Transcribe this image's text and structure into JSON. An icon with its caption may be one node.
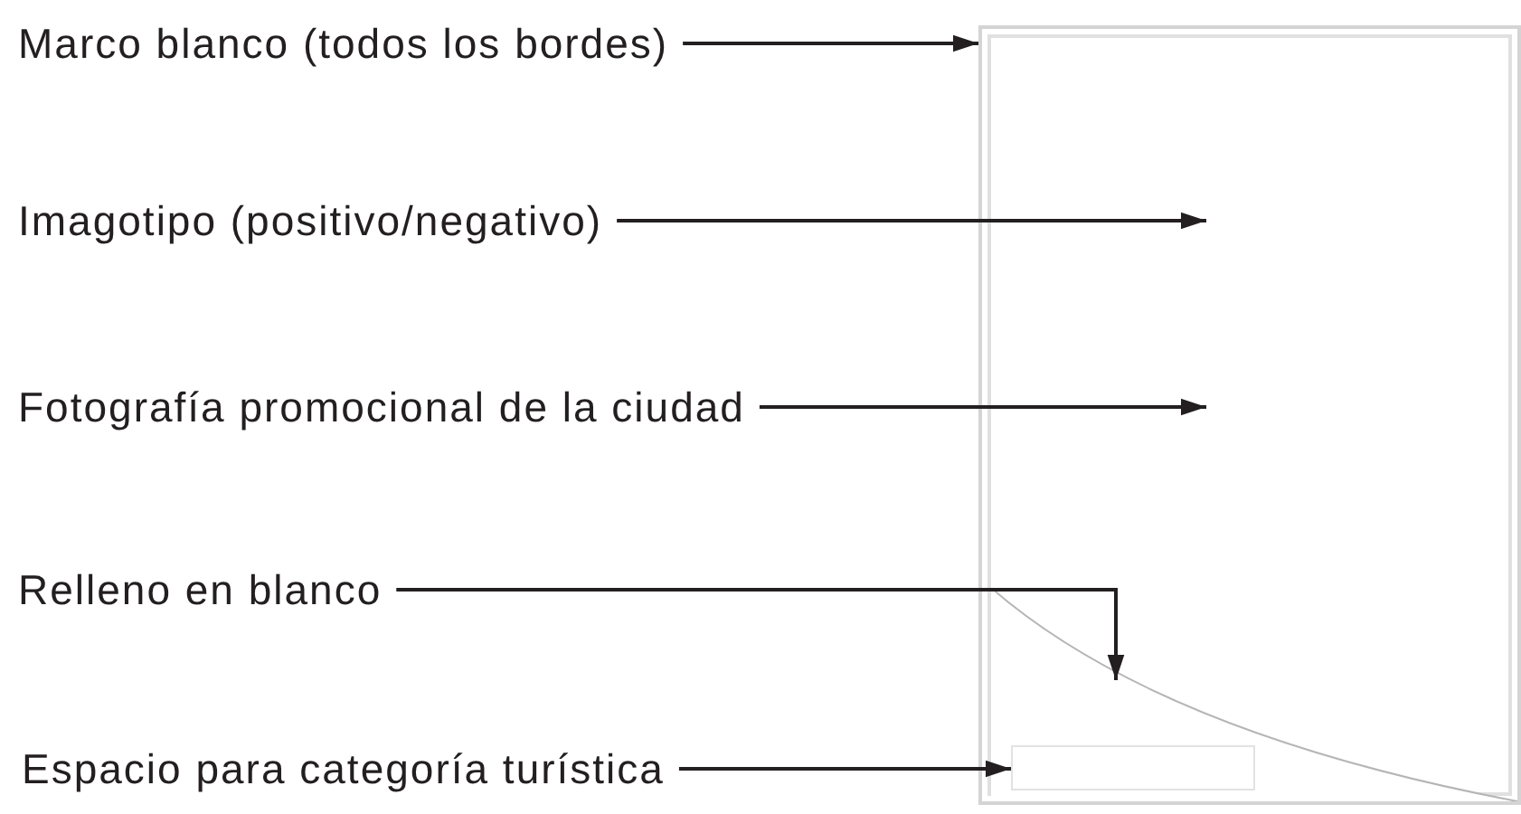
{
  "diagram": {
    "nodes": [
      {
        "text": [
          "Marco blanco (todos los bordes)"
        ]
      },
      {
        "text": [
          "Imagotipo (positivo/negativo)"
        ]
      },
      {
        "text": [
          "Fotografía promocional de la ciudad"
        ]
      },
      {
        "text": [
          "Relleno en blanco"
        ]
      },
      {
        "text": [
          "Espacio para categoría turística"
        ]
      },
      {
        "text": [],
        "shape": "box"
      },
      {
        "text": [],
        "shape": "box",
        "in": 5
      },
      {
        "text": [],
        "shape": "box",
        "in": 6
      }
    ],
    "edges": [
      {
        "from": 0,
        "to": 5,
        "arrow": "to"
      },
      {
        "from": 1,
        "to": null,
        "arrow": "to"
      },
      {
        "from": 2,
        "to": null,
        "arrow": "to"
      },
      {
        "from": 3,
        "to": 6,
        "arrow": "to"
      },
      {
        "from": 4,
        "to": 7,
        "arrow": "to"
      }
    ]
  }
}
